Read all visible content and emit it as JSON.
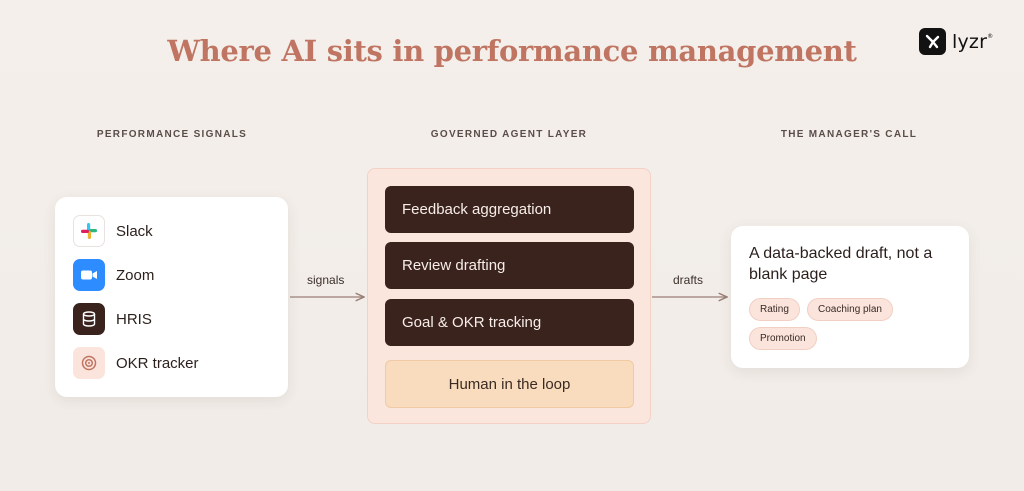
{
  "title": "Where AI sits in performance management",
  "logo": {
    "text": "lyzr",
    "mark": "lyzr-logo-icon"
  },
  "columns": {
    "left": "PERFORMANCE SIGNALS",
    "middle": "GOVERNED AGENT LAYER",
    "right": "THE MANAGER'S CALL"
  },
  "signals": [
    {
      "label": "Slack",
      "icon": "slack-icon"
    },
    {
      "label": "Zoom",
      "icon": "zoom-icon"
    },
    {
      "label": "HRIS",
      "icon": "database-icon"
    },
    {
      "label": "OKR tracker",
      "icon": "target-icon"
    }
  ],
  "agent_layer": {
    "steps": [
      "Feedback aggregation",
      "Review drafting",
      "Goal & OKR tracking"
    ],
    "human": "Human in the loop"
  },
  "arrows": {
    "left": "signals",
    "right": "drafts"
  },
  "manager": {
    "headline": "A data-backed draft, not a blank page",
    "tags": [
      "Rating",
      "Coaching plan",
      "Promotion"
    ]
  },
  "colors": {
    "title": "#c07562",
    "agent_box": "#3a221d",
    "panel": "#fbe6dd",
    "human_box": "#f8dcbd",
    "zoom": "#2d8cff",
    "hris": "#3a221d",
    "okr_bg": "#fbe4dc"
  }
}
